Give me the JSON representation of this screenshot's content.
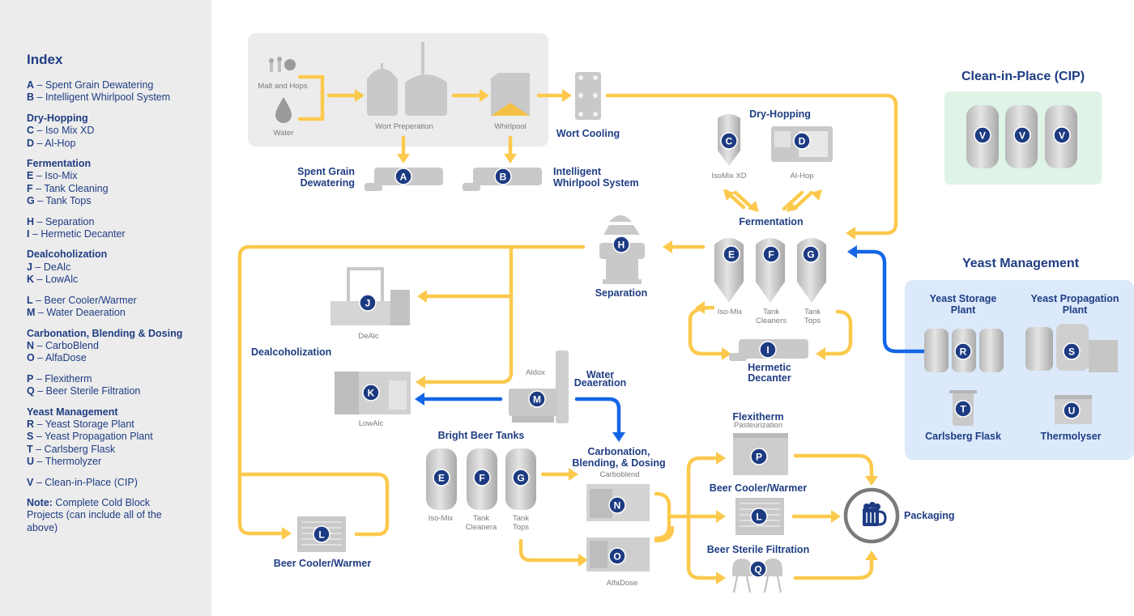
{
  "index": {
    "title": "Index",
    "groups": [
      {
        "title": "",
        "items": [
          {
            "key": "A",
            "label": "Spent Grain Dewatering"
          },
          {
            "key": "B",
            "label": "Intelligent Whirlpool System"
          }
        ]
      },
      {
        "title": "Dry-Hopping",
        "items": [
          {
            "key": "C",
            "label": "Iso Mix XD"
          },
          {
            "key": "D",
            "label": "Al-Hop"
          }
        ]
      },
      {
        "title": "Fermentation",
        "items": [
          {
            "key": "E",
            "label": "Iso-Mix"
          },
          {
            "key": "F",
            "label": "Tank Cleaning"
          },
          {
            "key": "G",
            "label": "Tank Tops"
          }
        ]
      },
      {
        "title": "",
        "items": [
          {
            "key": "H",
            "label": "Separation"
          },
          {
            "key": "I",
            "label": "Hermetic Decanter"
          }
        ]
      },
      {
        "title": "Dealcoholization",
        "items": [
          {
            "key": "J",
            "label": "DeAlc"
          },
          {
            "key": "K",
            "label": "LowAlc"
          }
        ]
      },
      {
        "title": "",
        "items": [
          {
            "key": "L",
            "label": "Beer Cooler/Warmer"
          },
          {
            "key": "M",
            "label": "Water Deaeration"
          }
        ]
      },
      {
        "title": "Carbonation, Blending & Dosing",
        "items": [
          {
            "key": "N",
            "label": "CarboBlend"
          },
          {
            "key": "O",
            "label": "AlfaDose"
          }
        ]
      },
      {
        "title": "",
        "items": [
          {
            "key": "P",
            "label": "Flexitherm"
          },
          {
            "key": "Q",
            "label": "Beer Sterile Filtration"
          }
        ]
      },
      {
        "title": "Yeast Management",
        "items": [
          {
            "key": "R",
            "label": "Yeast Storage Plant"
          },
          {
            "key": "S",
            "label": "Yeast Propagation Plant"
          },
          {
            "key": "T",
            "label": "Carlsberg Flask"
          },
          {
            "key": "U",
            "label": "Thermolyzer"
          }
        ]
      },
      {
        "title": "",
        "items": [
          {
            "key": "V",
            "label": "Clean-in-Place (CIP)"
          }
        ]
      }
    ],
    "note_label": "Note:",
    "note_text": " Complete Cold Block Projects (can include all of the above)"
  },
  "labels": {
    "malt_hops": "Malt and Hops",
    "water": "Water",
    "wort_preparation": "Wort Preperation",
    "whirlpool": "Whirlpool",
    "wort_cooling": "Wort Cooling",
    "spent_grain_1": "Spent Grain",
    "spent_grain_2": "Dewatering",
    "intelligent_1": "Intelligent",
    "intelligent_2": "Whirlpool System",
    "dry_hopping": "Dry-Hopping",
    "isomix_xd": "IsoMix XD",
    "al_hop": "Al-Hop",
    "fermentation": "Fermentation",
    "iso_mix": "Iso-Mix",
    "tank_cleaners_1": "Tank",
    "tank_cleaners_2": "Cleaners",
    "tank_cleaners_alt": "Cleanera",
    "tank_tops_1": "Tank",
    "tank_tops_2": "Tops",
    "hermetic_1": "Hermetic",
    "hermetic_2": "Decanter",
    "separation": "Separation",
    "dealc": "DeAlc",
    "dealcoholization": "Dealcoholization",
    "lowalc": "LowAlc",
    "aldox": "Aldox",
    "water_deaeration_1": "Water",
    "water_deaeration_2": "Deaeration",
    "bright_beer_tanks": "Bright Beer Tanks",
    "carbonation_1": "Carbonation,",
    "carbonation_2": "Blending, & Dosing",
    "carboblend": "Carboblend",
    "alfadose": "AlfaDose",
    "beer_cooler_warmer": "Beer Cooler/Warmer",
    "flexitherm": "Flexitherm",
    "pasteurization": "Pasteurization",
    "beer_sterile_filtration": "Beer Sterile Filtration",
    "packaging": "Packaging",
    "cip": "Clean-in-Place (CIP)",
    "yeast_management": "Yeast Management",
    "yeast_storage_1": "Yeast Storage",
    "yeast_storage_2": "Plant",
    "yeast_propagation_1": "Yeast Propagation",
    "yeast_propagation_2": "Plant",
    "carlsberg_flask": "Carlsberg Flask",
    "thermolyser": "Thermolyser"
  },
  "badges": {
    "A": "A",
    "B": "B",
    "C": "C",
    "D": "D",
    "E": "E",
    "F": "F",
    "G": "G",
    "H": "H",
    "I": "I",
    "J": "J",
    "K": "K",
    "L": "L",
    "M": "M",
    "N": "N",
    "O": "O",
    "P": "P",
    "Q": "Q",
    "R": "R",
    "S": "S",
    "T": "T",
    "U": "U",
    "V": "V"
  },
  "colors": {
    "sidebar_bg": "#ececec",
    "index_text": "#1f3d83",
    "flow_yellow": "#fcc94d",
    "flow_blue": "#1466e6",
    "badge_navy": "#1d3b82",
    "equipment_gray": "#c9c9c9",
    "cip_panel": "#dff3e6",
    "yeast_panel": "#dbe9fb",
    "wort_panel": "#ececec",
    "packaging_ring": "#7a7a7a"
  }
}
